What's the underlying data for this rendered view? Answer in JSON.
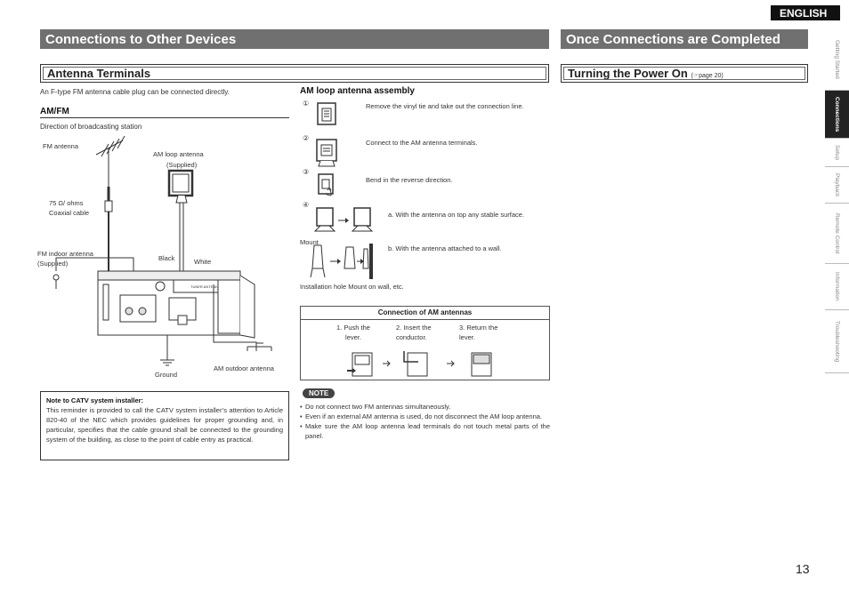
{
  "header": {
    "language": "ENGLISH"
  },
  "left_section": {
    "title": "Connections to Other Devices",
    "subtitle": "Antenna Terminals",
    "intro": "An F-type FM antenna cable plug can be connected directly.",
    "am_fm_heading": "AM/FM",
    "direction_caption": "Direction of broadcasting station",
    "labels": {
      "fm_antenna": "FM antenna",
      "am_loop_antenna": "AM loop antenna",
      "supplied": "(Supplied)",
      "ohm_line1": "75 Ω/ ohms",
      "ohm_line2": "Coaxial cable",
      "fm_indoor_line1": "FM indoor antenna",
      "fm_indoor_line2": "(Supplied)",
      "black": "Black",
      "white": "White",
      "ground": "Ground",
      "am_outdoor": "AM outdoor antenna"
    },
    "catv_note": {
      "title": "Note to CATV system installer:",
      "body": "This reminder is provided to call the CATV system installer’s attention to Article 820-40 of the NEC which provides guidelines for proper grounding and, in particular, specifies that the cable ground shall be connected to the grounding system of the building, as close to the point of cable entry as practical."
    }
  },
  "middle_section": {
    "assembly_heading": "AM loop antenna assembly",
    "steps": [
      {
        "num": "①",
        "text": "Remove the vinyl tie and take out the connection line."
      },
      {
        "num": "②",
        "text": "Connect to the AM antenna terminals."
      },
      {
        "num": "③",
        "text": "Bend in the reverse direction."
      },
      {
        "num": "④",
        "text": ""
      }
    ],
    "step4a": "a. With the antenna on top any stable surface.",
    "step4b": "b. With the antenna attached to a wall.",
    "mount": "Mount",
    "install_caption": "Installation hole Mount on wall, etc.",
    "connection_table": {
      "title": "Connection of AM antennas",
      "steps": [
        "1. Push the lever.",
        "2. Insert the conductor.",
        "3. Return the lever."
      ]
    },
    "note_badge": "NOTE",
    "notes": [
      "Do not connect two FM antennas simultaneously.",
      "Even if an external AM antenna is used, do not disconnect the AM loop antenna.",
      "Make sure the AM loop antenna lead terminals do not touch metal parts of the panel."
    ]
  },
  "right_section": {
    "title": "Once Connections are Completed",
    "subtitle": "Turning the Power On",
    "page_ref": "page 20"
  },
  "side_tabs": [
    "Getting Started",
    "Connections",
    "Setup",
    "Playback",
    "Remote Control",
    "Information",
    "Troubleshooting"
  ],
  "page_number": "13"
}
